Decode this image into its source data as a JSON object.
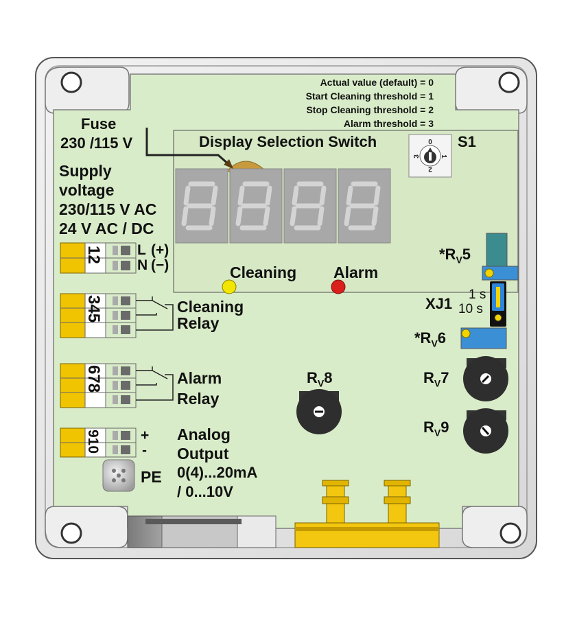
{
  "selection_legend": [
    "Actual value (default) = 0",
    "Start Cleaning threshold = 1",
    "Stop Cleaning threshold = 2",
    "Alarm threshold = 3"
  ],
  "fuse": {
    "title": "Fuse",
    "rating": "230 /115 V"
  },
  "display": {
    "title": "Display Selection Switch",
    "switch_id": "S1",
    "dial_marks": [
      "0",
      "1",
      "2",
      "3"
    ]
  },
  "supply": {
    "lines": [
      "Supply",
      "voltage",
      "230/115 V AC",
      "24 V AC / DC"
    ]
  },
  "terminals": {
    "t12": "12",
    "t345": "345",
    "t678": "678",
    "t910": "910",
    "L": "L",
    "N": "N",
    "L_pol": "(+)",
    "N_pol": "(−)",
    "plus": "+",
    "minus": "-",
    "pe": "PE"
  },
  "relays": {
    "cleaning": [
      "Cleaning",
      "Relay"
    ],
    "alarm": [
      "Alarm",
      "Relay"
    ]
  },
  "analog": [
    "Analog",
    "Output",
    "0(4)...20mA",
    "/ 0...10V"
  ],
  "leds": {
    "cleaning": "Cleaning",
    "alarm": "Alarm",
    "cleaning_color": "#f2e600",
    "alarm_color": "#d9201b"
  },
  "jumper": {
    "id": "XJ1",
    "opt1": "1 s",
    "opt2": "10 s"
  },
  "pots": {
    "rv5": {
      "prefix": "*R",
      "sub": "V",
      "num": "5"
    },
    "rv6": {
      "prefix": "*R",
      "sub": "V",
      "num": "6"
    },
    "rv7": {
      "prefix": "R",
      "sub": "V",
      "num": "7"
    },
    "rv8": {
      "prefix": "R",
      "sub": "V",
      "num": "8"
    },
    "rv9": {
      "prefix": "R",
      "sub": "V",
      "num": "9"
    }
  },
  "colors": {
    "board": "#d9ecc9",
    "display_panel": "#d6e8c4",
    "digit_bg": "#a8a8a8",
    "terminal_orange": "#f0c400",
    "fitting_yellow": "#f3c60f",
    "trimmer_blue": "#3b8fd4"
  }
}
